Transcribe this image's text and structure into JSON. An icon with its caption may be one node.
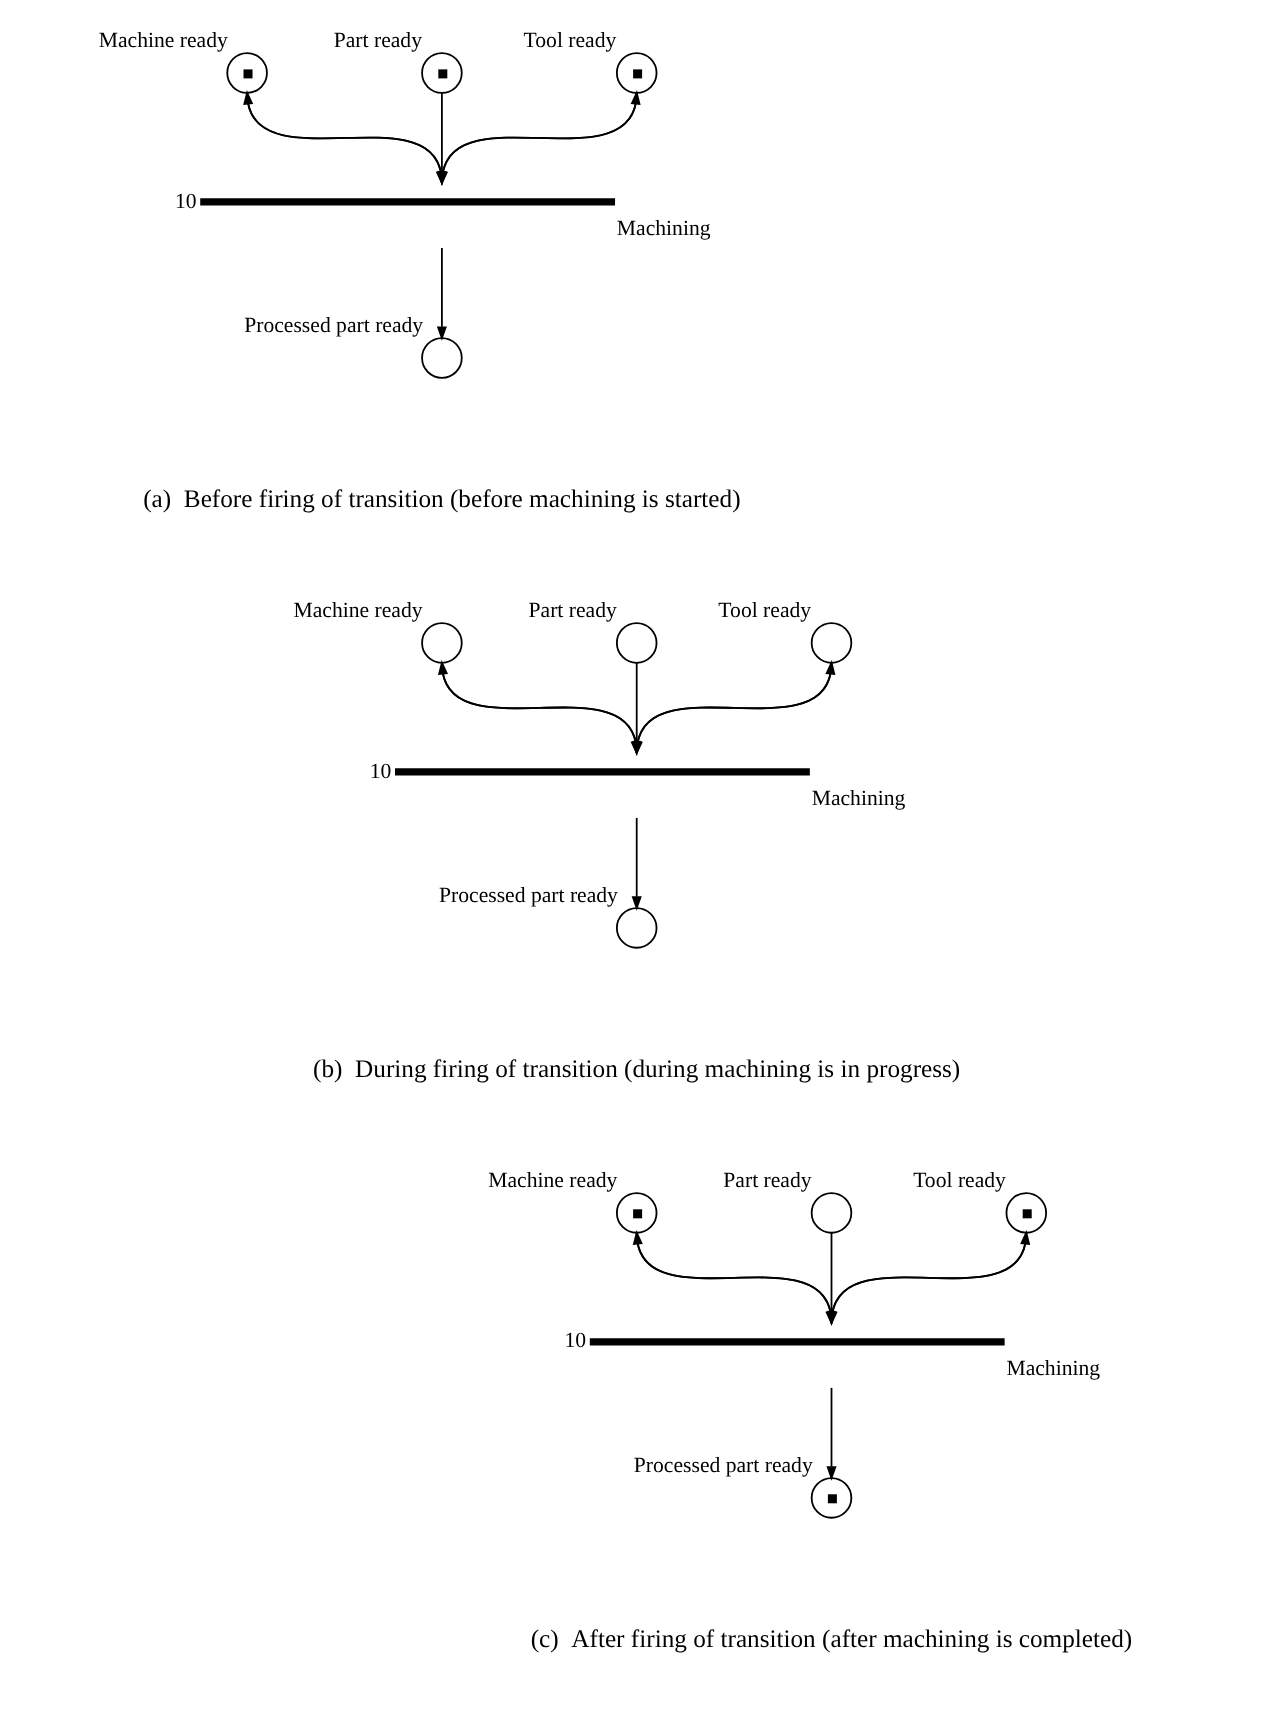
{
  "diagram": {
    "nodes": [
      {
        "text": [
          "Machine ready"
        ]
      },
      {
        "text": [
          "Part ready"
        ]
      },
      {
        "text": [
          "Tool ready"
        ]
      },
      {
        "text": [
          "Machining"
        ],
        "beside": [
          "10"
        ]
      },
      {
        "text": [
          "Processed part ready"
        ]
      },
      {
        "text": [
          "Machine ready"
        ]
      },
      {
        "text": [
          "Part ready"
        ]
      },
      {
        "text": [
          "Tool ready"
        ]
      },
      {
        "text": [
          "Machining"
        ],
        "beside": [
          "10"
        ]
      },
      {
        "text": [
          "Processed part ready"
        ]
      },
      {
        "text": [
          "Machine ready"
        ]
      },
      {
        "text": [
          "Part ready"
        ]
      },
      {
        "text": [
          "Tool ready"
        ]
      },
      {
        "text": [
          "Machining"
        ],
        "beside": [
          "10"
        ]
      },
      {
        "text": [
          "Processed part ready"
        ]
      }
    ],
    "edges": [
      {
        "from": 0,
        "to": 3,
        "arrow": "to"
      },
      {
        "from": 3,
        "to": 0,
        "arrow": "to"
      },
      {
        "from": 1,
        "to": 3,
        "arrow": "to"
      },
      {
        "from": 2,
        "to": 3,
        "arrow": "to"
      },
      {
        "from": 3,
        "to": 2,
        "arrow": "to"
      },
      {
        "from": 3,
        "to": 4,
        "arrow": "to"
      },
      {
        "from": 5,
        "to": 8,
        "arrow": "to"
      },
      {
        "from": 8,
        "to": 5,
        "arrow": "to"
      },
      {
        "from": 6,
        "to": 8,
        "arrow": "to"
      },
      {
        "from": 7,
        "to": 8,
        "arrow": "to"
      },
      {
        "from": 8,
        "to": 7,
        "arrow": "to"
      },
      {
        "from": 8,
        "to": 9,
        "arrow": "to"
      },
      {
        "from": 10,
        "to": 13,
        "arrow": "to"
      },
      {
        "from": 13,
        "to": 10,
        "arrow": "to"
      },
      {
        "from": 11,
        "to": 13,
        "arrow": "to"
      },
      {
        "from": 12,
        "to": 13,
        "arrow": "to"
      },
      {
        "from": 13,
        "to": 12,
        "arrow": "to"
      },
      {
        "from": 13,
        "to": 14,
        "arrow": "to"
      }
    ],
    "labels": [
      "(a)  Before firing of transition (before machining is started)",
      "(b)  During firing of transition (during machining is in progress)",
      "(c)  After firing of transition (after machining is completed)"
    ]
  }
}
